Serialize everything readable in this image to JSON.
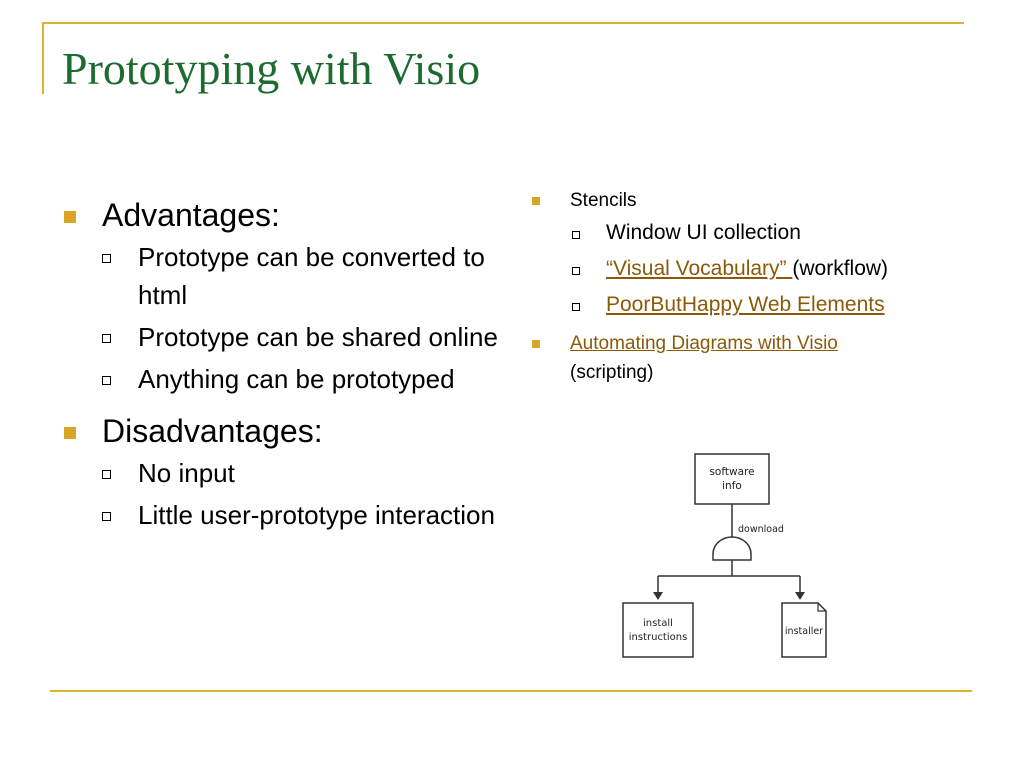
{
  "slide": {
    "title": "Prototyping with Visio"
  },
  "left": {
    "advantages_heading": "Advantages:",
    "advantages": [
      "Prototype can be converted to html",
      "Prototype can be shared online",
      "Anything can be prototyped"
    ],
    "disadvantages_heading": "Disadvantages:",
    "disadvantages": [
      "No input",
      "Little user-prototype interaction"
    ]
  },
  "right": {
    "stencils_heading": "Stencils",
    "stencils": {
      "item1": "Window UI collection",
      "item2_link": "“Visual Vocabulary” ",
      "item2_rest": "(workflow)",
      "item3_link": "PoorButHappy Web Elements"
    },
    "automating_link": "Automating Diagrams with Visio",
    "automating_rest": "(scripting)"
  },
  "diagram": {
    "top_box": [
      "software",
      "info"
    ],
    "connector_label": "download",
    "left_box": [
      "install",
      "instructions"
    ],
    "right_box": "installer"
  },
  "colors": {
    "title": "#1e6b2f",
    "accent": "#d8b32e",
    "link": "#8a5a0a"
  }
}
